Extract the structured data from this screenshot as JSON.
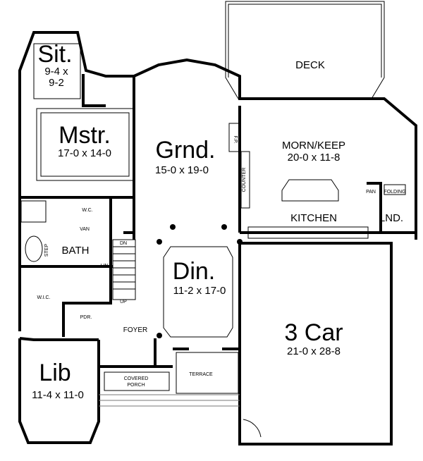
{
  "rooms": {
    "sitting": {
      "name": "Sit.",
      "size_line1": "9-4 x",
      "size_line2": "9-2"
    },
    "master": {
      "name": "Mstr.",
      "size": "17-0 x 14-0"
    },
    "great_room": {
      "name": "Grnd.",
      "size": "15-0 x 19-0"
    },
    "deck": {
      "name": "DECK"
    },
    "morning_keeping": {
      "name": "MORN/KEEP",
      "size": "20-0 x 11-8"
    },
    "kitchen": {
      "name": "KITCHEN"
    },
    "laundry": {
      "name": "LND."
    },
    "dining": {
      "name": "Din.",
      "size": "11-2 x 17-0"
    },
    "garage": {
      "name": "3 Car",
      "size": "21-0 x 28-8"
    },
    "bath": {
      "name": "BATH"
    },
    "library": {
      "name": "Lib",
      "size": "11-4 x 11-0"
    },
    "foyer": {
      "name": "FOYER"
    },
    "powder": {
      "name": "PDR."
    },
    "walk_in_closet": {
      "name": "W.I.C."
    },
    "water_closet": {
      "name": "W.C."
    },
    "terrace": {
      "name": "TERRACE"
    },
    "covered_porch": {
      "name_line1": "COVERED",
      "name_line2": "PORCH"
    }
  },
  "fixtures": {
    "fireplace": "F.P.",
    "counter": "COUNTER",
    "vanity": "VAN",
    "linen": "LIN",
    "step": "STEP",
    "stairs_down": "DN",
    "stairs_up": "UP",
    "pantry": "PAN",
    "folding": "FOLDING"
  }
}
